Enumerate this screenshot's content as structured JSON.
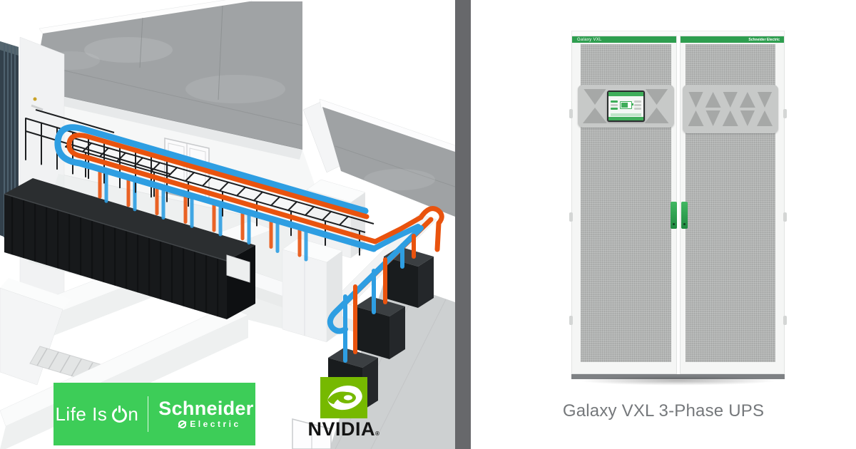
{
  "left_panel": {
    "badge": {
      "bg_color": "#3DCD58",
      "life_is_prefix": "Life Is",
      "life_is_suffix": "n",
      "brand": "Schneider",
      "brand_sub": "Electric"
    },
    "nvidia": {
      "wordmark": "NVIDIA",
      "reg_mark": "®",
      "green": "#76B900"
    },
    "scene_colors": {
      "pipe_cold_blue": "#2E9EE2",
      "pipe_hot_orange": "#E9530E",
      "concrete_wall": "#A0A3A5",
      "rack_black": "#17191B"
    }
  },
  "divider_color": "#67686B",
  "right_panel": {
    "ups": {
      "stripe_label": "Galaxy VXL",
      "stripe_brand": "Schneider Electric",
      "stripe_color": "#2E9E4F"
    },
    "caption": "Galaxy VXL 3-Phase UPS",
    "caption_color": "#75787B"
  }
}
